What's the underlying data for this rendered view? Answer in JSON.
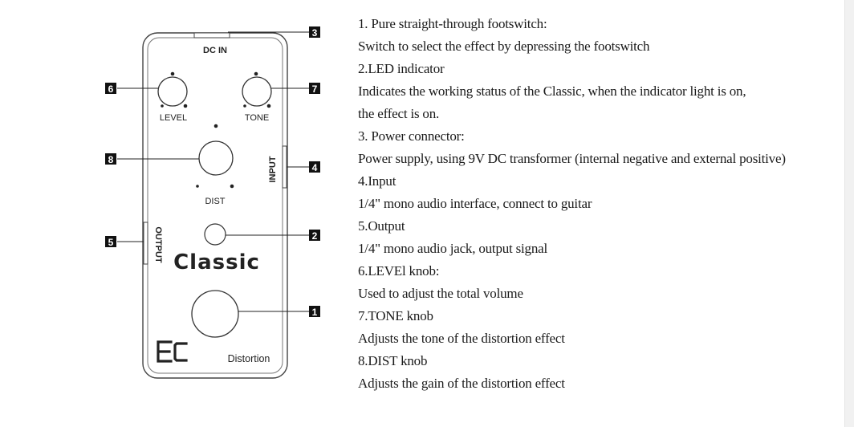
{
  "pedal": {
    "dc_in_label": "DC IN",
    "level_label": "LEVEL",
    "tone_label": "TONE",
    "dist_label": "DIST",
    "input_label": "INPUT",
    "output_label": "OUTPUT",
    "model_name": "Classic",
    "effect_name": "Distortion",
    "brand_logo": "EC"
  },
  "callouts": [
    "1",
    "2",
    "3",
    "4",
    "5",
    "6",
    "7",
    "8"
  ],
  "description_lines": [
    "1. Pure straight-through footswitch:",
    "Switch to select the effect by depressing the footswitch",
    "2.LED indicator",
    "Indicates the working status of the Classic, when the indicator light is on,",
    "the effect is on.",
    "3. Power connector:",
    "Power supply, using 9V DC transformer (internal negative and external positive)",
    "4.Input",
    "1/4\" mono audio interface, connect to guitar",
    "5.Output",
    "1/4\" mono audio jack, output signal",
    "6.LEVEl knob:",
    "Used to adjust the total volume",
    "7.TONE knob",
    "Adjusts the tone of the distortion effect",
    "8.DIST knob",
    "Adjusts the gain of the distortion effect"
  ],
  "colors": {
    "line": "#333333",
    "callout_box": "#111111",
    "text": "#1a1a1a"
  }
}
